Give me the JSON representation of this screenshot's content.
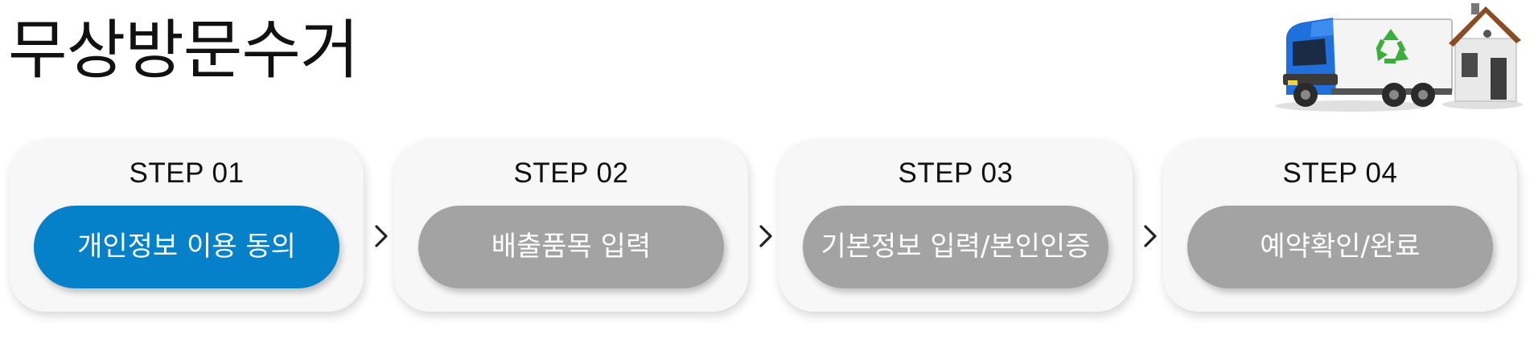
{
  "page": {
    "title": "무상방문수거"
  },
  "colors": {
    "active": "#0581c9",
    "inactive": "#a3a3a3",
    "card_bg": "#f7f7f7"
  },
  "hero": {
    "icons": [
      "truck-icon",
      "recycle-icon",
      "house-icon"
    ]
  },
  "steps": [
    {
      "label": "STEP 01",
      "title": "개인정보 이용 동의",
      "active": true
    },
    {
      "label": "STEP 02",
      "title": "배출품목 입력",
      "active": false
    },
    {
      "label": "STEP 03",
      "title": "기본정보 입력/본인인증",
      "active": false
    },
    {
      "label": "STEP 04",
      "title": "예약확인/완료",
      "active": false
    }
  ]
}
